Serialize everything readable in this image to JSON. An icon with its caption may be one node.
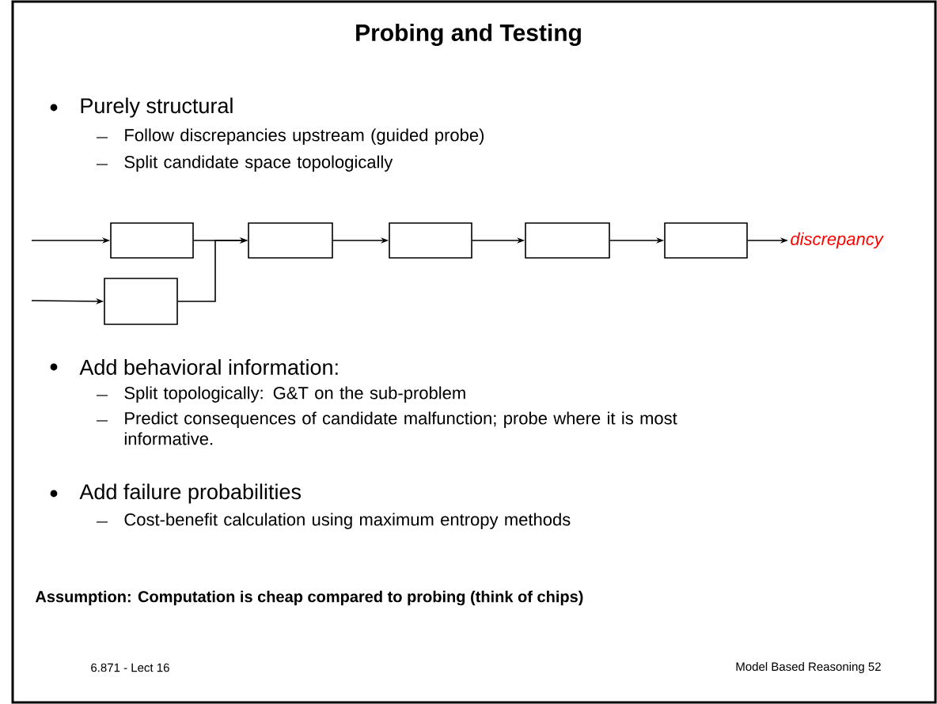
{
  "diagram": {
    "title": "Probing and Testing",
    "nodes": [
      {
        "text": [],
        "shape": "box"
      },
      {
        "text": [],
        "shape": "box"
      },
      {
        "text": [],
        "shape": "box"
      },
      {
        "text": [],
        "shape": "box"
      },
      {
        "text": [],
        "shape": "box"
      },
      {
        "text": [],
        "shape": "box"
      },
      {
        "text": [
          "discrepancy"
        ]
      }
    ],
    "edges": [
      {
        "from": null,
        "to": 0,
        "arrow": "to"
      },
      {
        "from": 0,
        "to": 1,
        "arrow": "to"
      },
      {
        "from": 1,
        "to": 2,
        "arrow": "to"
      },
      {
        "from": 2,
        "to": 3,
        "arrow": "to"
      },
      {
        "from": 3,
        "to": 4,
        "arrow": "to"
      },
      {
        "from": 4,
        "to": 6,
        "arrow": "to"
      },
      {
        "from": null,
        "to": 5,
        "arrow": "to"
      },
      {
        "from": 5,
        "to": 1,
        "arrow": "to"
      }
    ],
    "labels": [
      "Purely structural",
      "Follow discrepancies upstream (guided probe)",
      "Split candidate space topologically",
      "Add behavioral information:",
      "Split topologically: G&T on the sub-problem",
      "Predict consequences of candidate malfunction; probe where it is most informative.",
      "Add failure probabilities",
      "Cost-benefit calculation using maximum entropy methods",
      "Assumption: Computation is cheap compared to probing (think of chips)",
      "6.871 - Lect 16",
      "Model Based Reasoning 52"
    ]
  }
}
